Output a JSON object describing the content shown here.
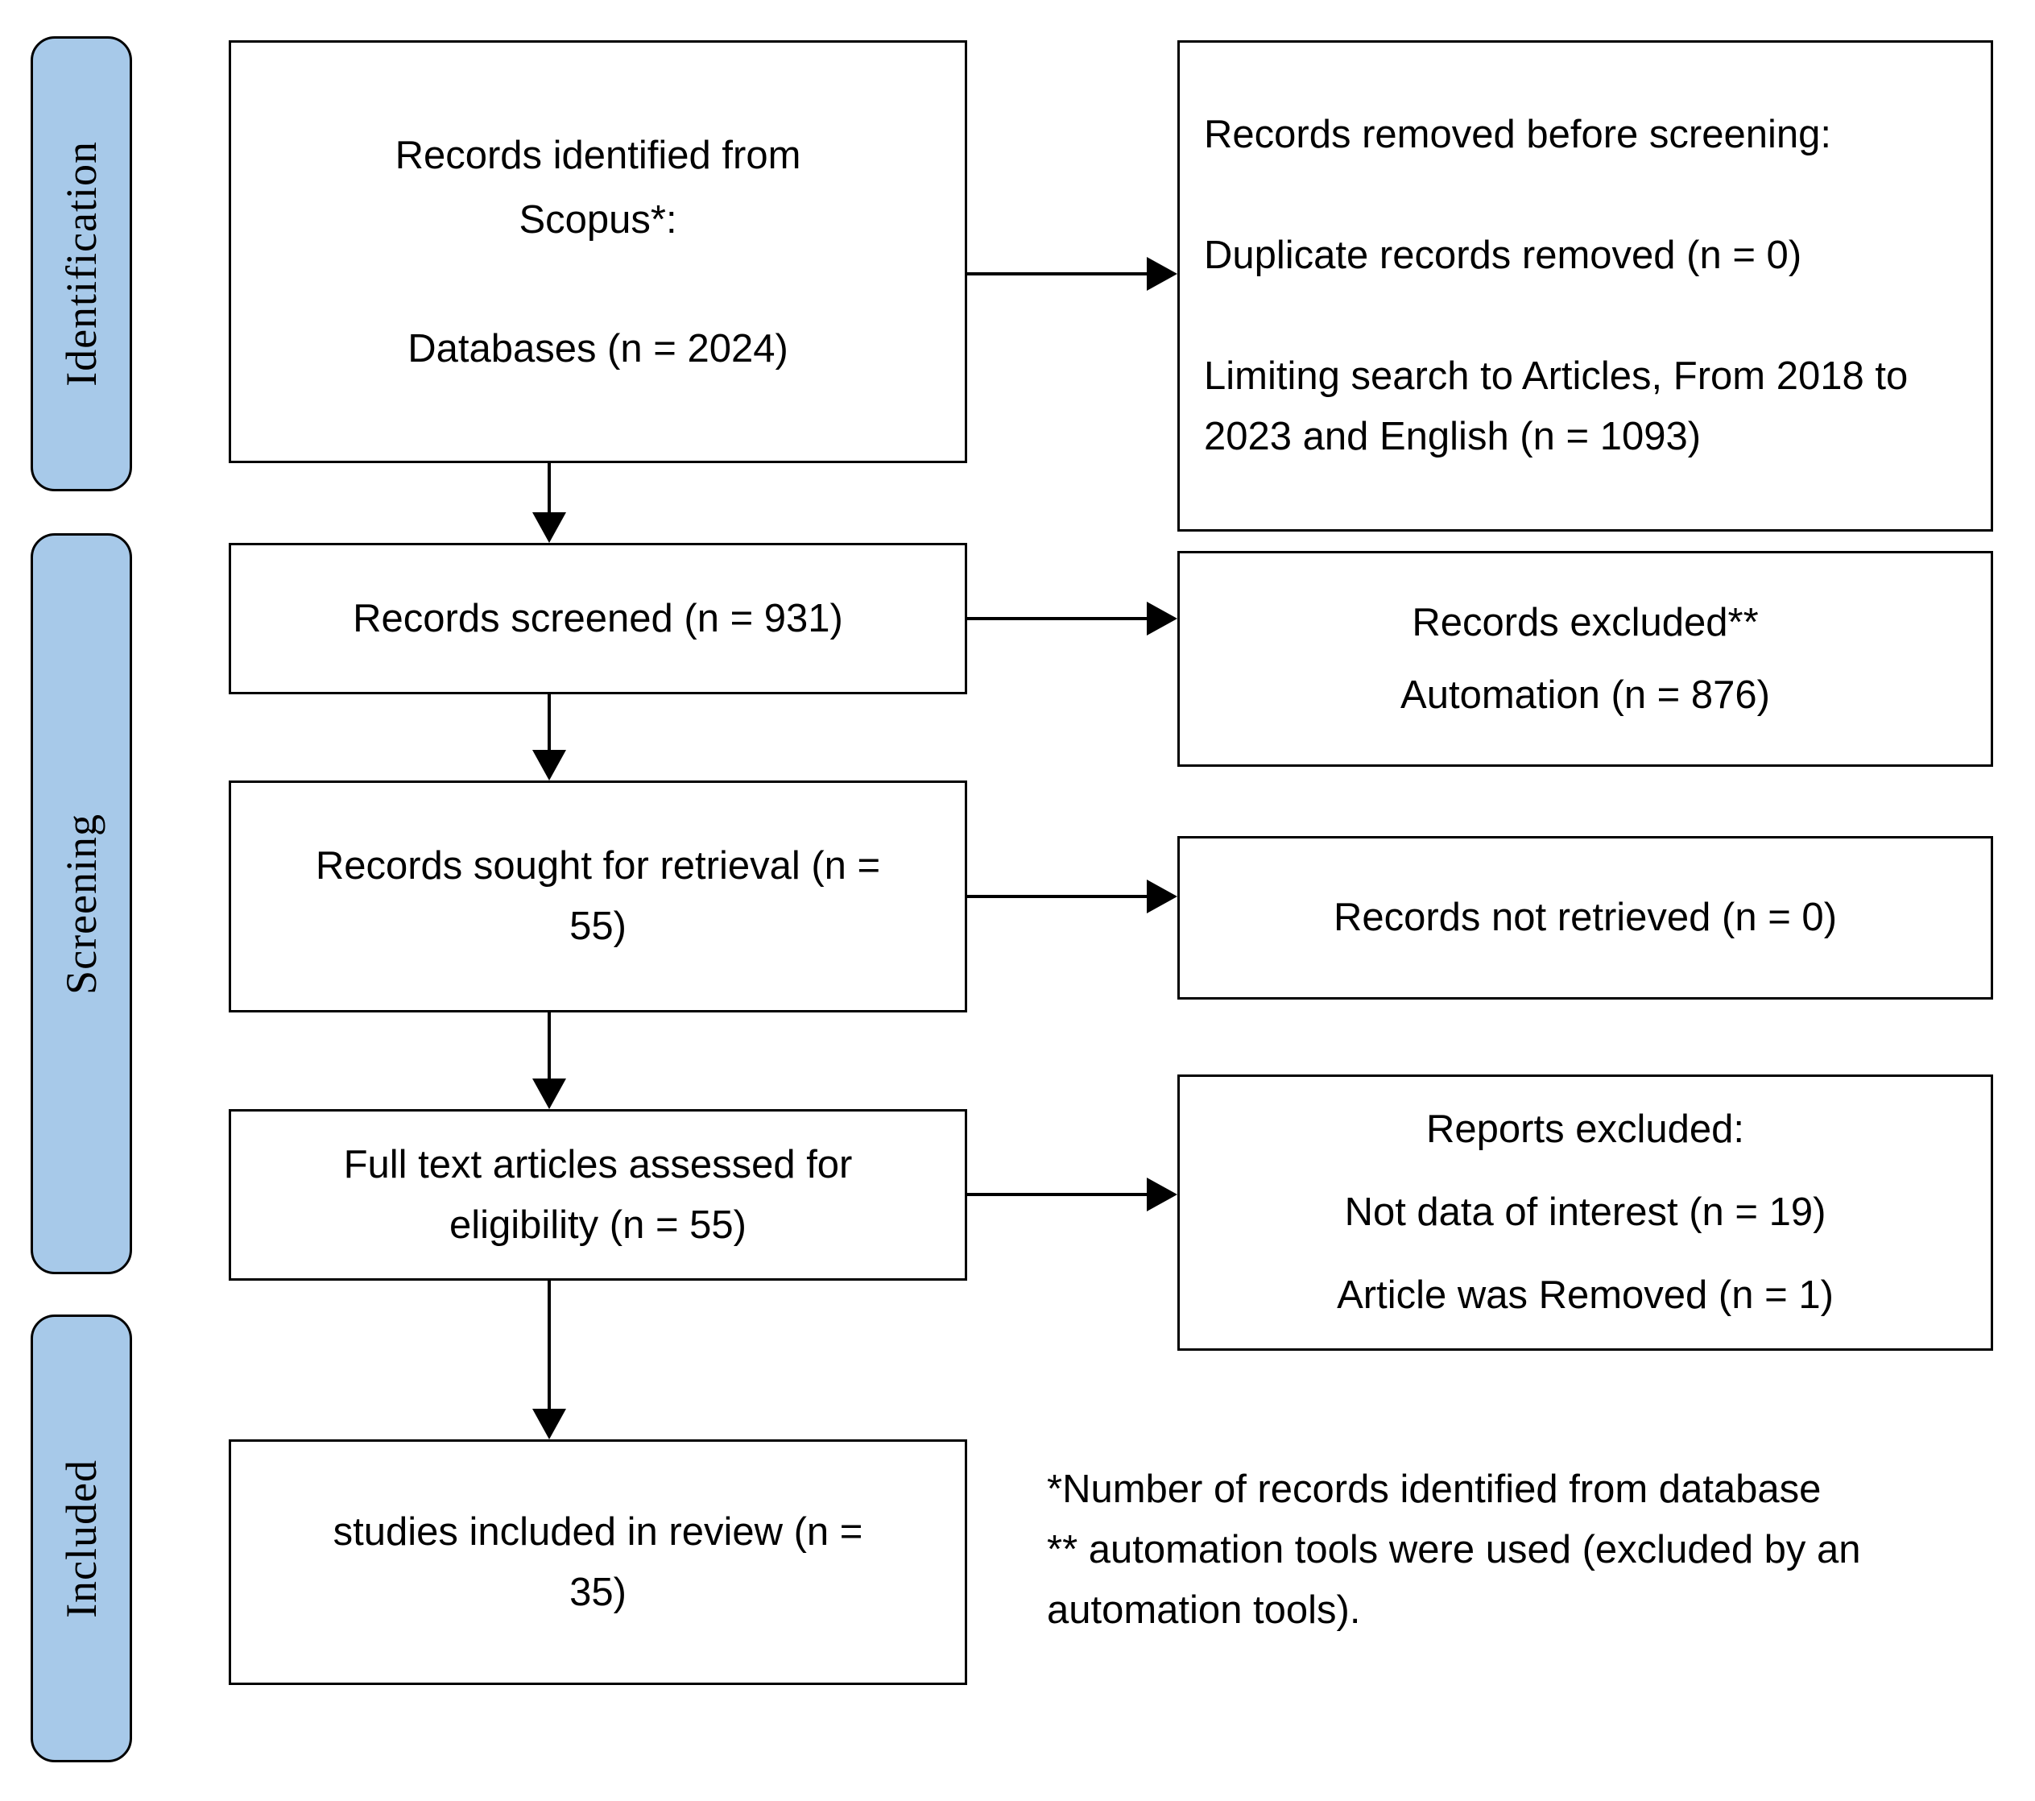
{
  "stages": [
    {
      "label": "Identification"
    },
    {
      "label": "Screening"
    },
    {
      "label": "Included"
    }
  ],
  "flow": {
    "identified": {
      "para1": [
        "Records identified from",
        "Scopus*:"
      ],
      "para2": "Databases (n = 2024)"
    },
    "screened": {
      "line": "Records screened (n = 931)"
    },
    "sought": {
      "lines": [
        "Records sought for retrieval (n =",
        "55)"
      ]
    },
    "fulltext": {
      "lines": [
        "Full text articles assessed for",
        "eligibility (n = 55)"
      ]
    },
    "included": {
      "lines": [
        "studies included in review (n =",
        "35)"
      ]
    }
  },
  "side": {
    "removed": {
      "para1": "Records removed before screening:",
      "para2": "Duplicate records removed (n = 0)",
      "para3": "Limiting search to Articles, From 2018 to 2023 and English (n = 1093)"
    },
    "excluded": {
      "para1": "Records excluded**",
      "para2": "Automation (n = 876)"
    },
    "not_retrieved": {
      "line": "Records not retrieved (n = 0)"
    },
    "reports_excluded": {
      "para1": "Reports excluded:",
      "para2": "Not data of interest (n = 19)",
      "para3": "Article was Removed (n = 1)"
    }
  },
  "footnotes": {
    "first": "*Number of records identified from database",
    "second": "** automation tools were used (excluded by an automation tools)."
  },
  "colors": {
    "stage-fill": "#a7c9e9",
    "line": "#000000",
    "background": "#ffffff"
  }
}
